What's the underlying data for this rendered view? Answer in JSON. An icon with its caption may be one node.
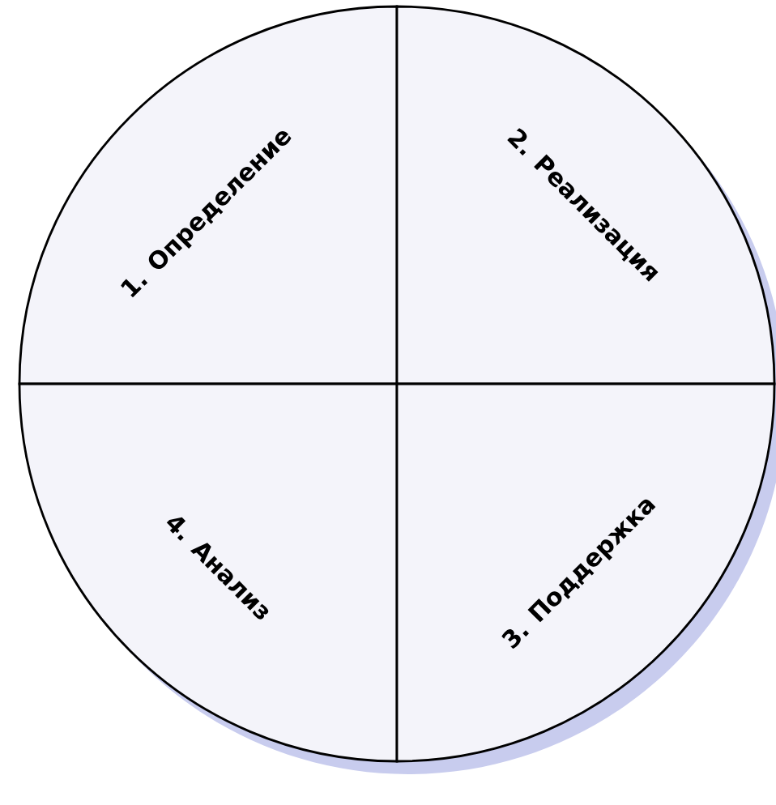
{
  "diagram": {
    "nodes": [
      {
        "text": [
          "1. Определение"
        ]
      },
      {
        "text": [
          "2. Реализация"
        ]
      },
      {
        "text": [
          "4. Анализ"
        ]
      },
      {
        "text": [
          "3. Поддержка"
        ]
      }
    ]
  }
}
